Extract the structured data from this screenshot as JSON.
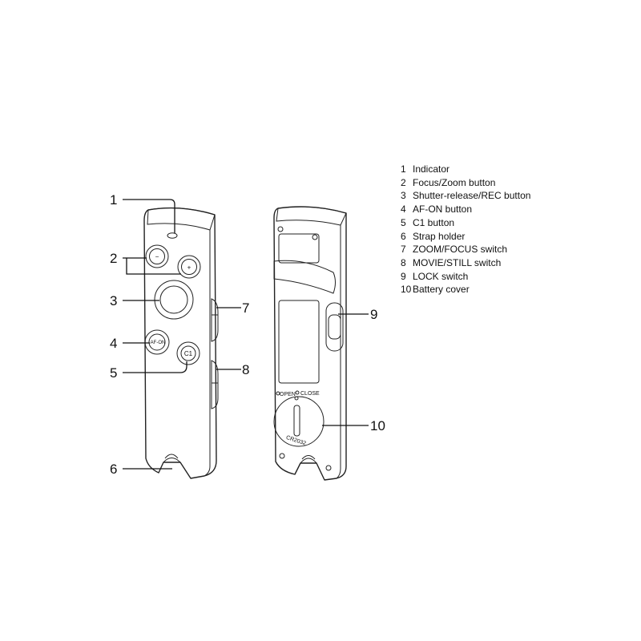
{
  "callouts": [
    "1",
    "2",
    "3",
    "4",
    "5",
    "6",
    "7",
    "8",
    "9",
    "10"
  ],
  "legend": [
    {
      "num": "1",
      "label": "Indicator"
    },
    {
      "num": "2",
      "label": "Focus/Zoom button"
    },
    {
      "num": "3",
      "label": "Shutter-release/REC button"
    },
    {
      "num": "4",
      "label": "AF-ON button"
    },
    {
      "num": "5",
      "label": "C1 button"
    },
    {
      "num": "6",
      "label": "Strap holder"
    },
    {
      "num": "7",
      "label": "ZOOM/FOCUS switch"
    },
    {
      "num": "8",
      "label": "MOVIE/STILL switch"
    },
    {
      "num": "9",
      "label": "LOCK switch"
    },
    {
      "num": "10",
      "label": "Battery cover"
    }
  ],
  "device_markings": {
    "minus_symbol": "−",
    "plus_symbol": "+",
    "af_on_label": "AF-ON",
    "c1_label": "C1",
    "open_label": "OPEN",
    "close_label": "CLOSE",
    "battery_label": "CR2032"
  }
}
